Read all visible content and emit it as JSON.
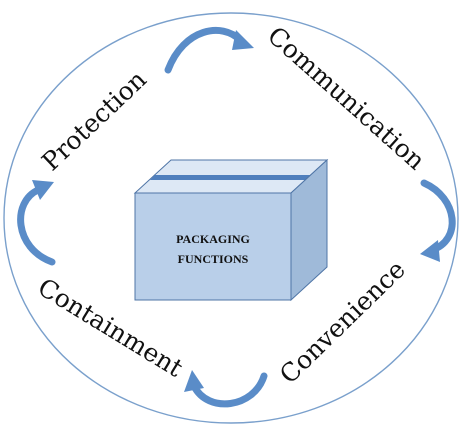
{
  "diagram": {
    "center_box": {
      "line1": "PACKAGING",
      "line2": "FUNCTIONS"
    },
    "functions": [
      {
        "id": "protection",
        "label": "Protection"
      },
      {
        "id": "communication",
        "label": "Communication"
      },
      {
        "id": "convenience",
        "label": "Convenience"
      },
      {
        "id": "containment",
        "label": "Containment"
      }
    ],
    "colors": {
      "box_front": "#b9cfe9",
      "box_top": "#dde8f5",
      "box_side": "#9fbad9",
      "box_stroke": "#4f75a6",
      "tape": "#4f7fbd",
      "arrow": "#5a8cc8",
      "ring": "#7aa0cc"
    }
  }
}
